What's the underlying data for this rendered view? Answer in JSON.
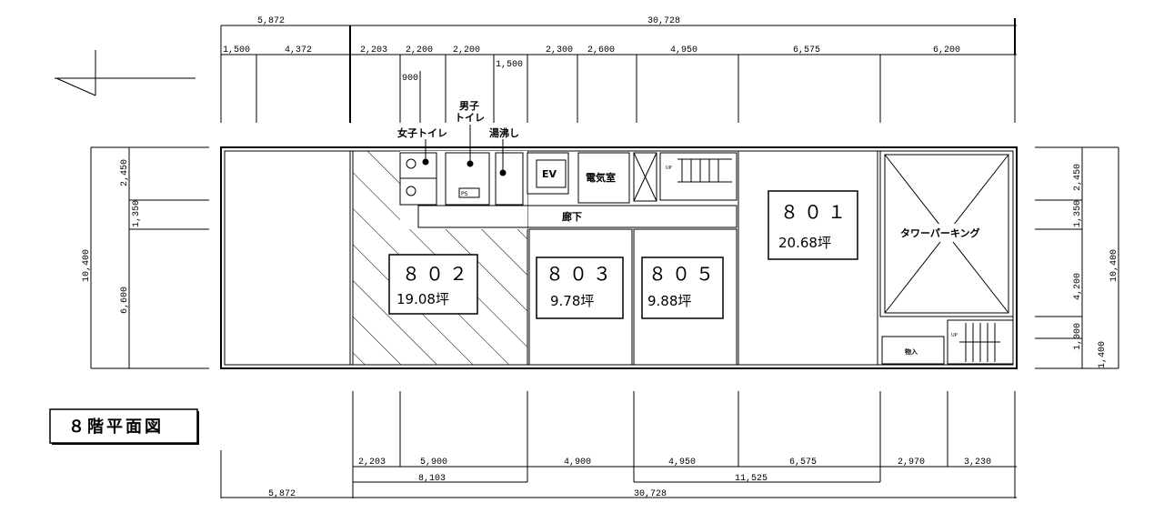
{
  "title": "８階平面図",
  "top_dims": {
    "overall_left": "5,872",
    "overall_right": "30,728",
    "segments": [
      "1,500",
      "4,372",
      "2,203",
      "2,200",
      "2,200",
      "2,300",
      "2,600",
      "4,950",
      "6,575",
      "6,200"
    ],
    "sub_1500": "1,500",
    "sub_900": "900"
  },
  "bottom_dims": {
    "segments": [
      "2,203",
      "5,900",
      "4,900",
      "4,950",
      "6,575",
      "2,970",
      "3,230"
    ],
    "sub_left": "8,103",
    "sub_right": "11,525",
    "overall_left": "5,872",
    "overall_right": "30,728"
  },
  "left_dims": {
    "total": "10,400",
    "a": "2,450",
    "b": "1,350",
    "c": "6,600"
  },
  "right_dims": {
    "total": "10,400",
    "a": "2,450",
    "b": "1,350",
    "c": "4,200",
    "d": "1,000",
    "e": "1,400"
  },
  "labels": {
    "womens_toilet": "女子トイレ",
    "mens_toilet_1": "男子",
    "mens_toilet_2": "トイレ",
    "kitchenette": "湯沸し",
    "elevator": "EV",
    "electrical_room": "電気室",
    "corridor": "廊下",
    "tower_parking": "タワーパーキング",
    "storage": "物入",
    "up": "UP",
    "ps": "PS"
  },
  "rooms": [
    {
      "number": "８０２",
      "area": "19.08坪",
      "status": "leased"
    },
    {
      "number": "８０３",
      "area": "9.78坪"
    },
    {
      "number": "８０５",
      "area": "9.88坪"
    },
    {
      "number": "８０１",
      "area": "20.68坪"
    }
  ]
}
